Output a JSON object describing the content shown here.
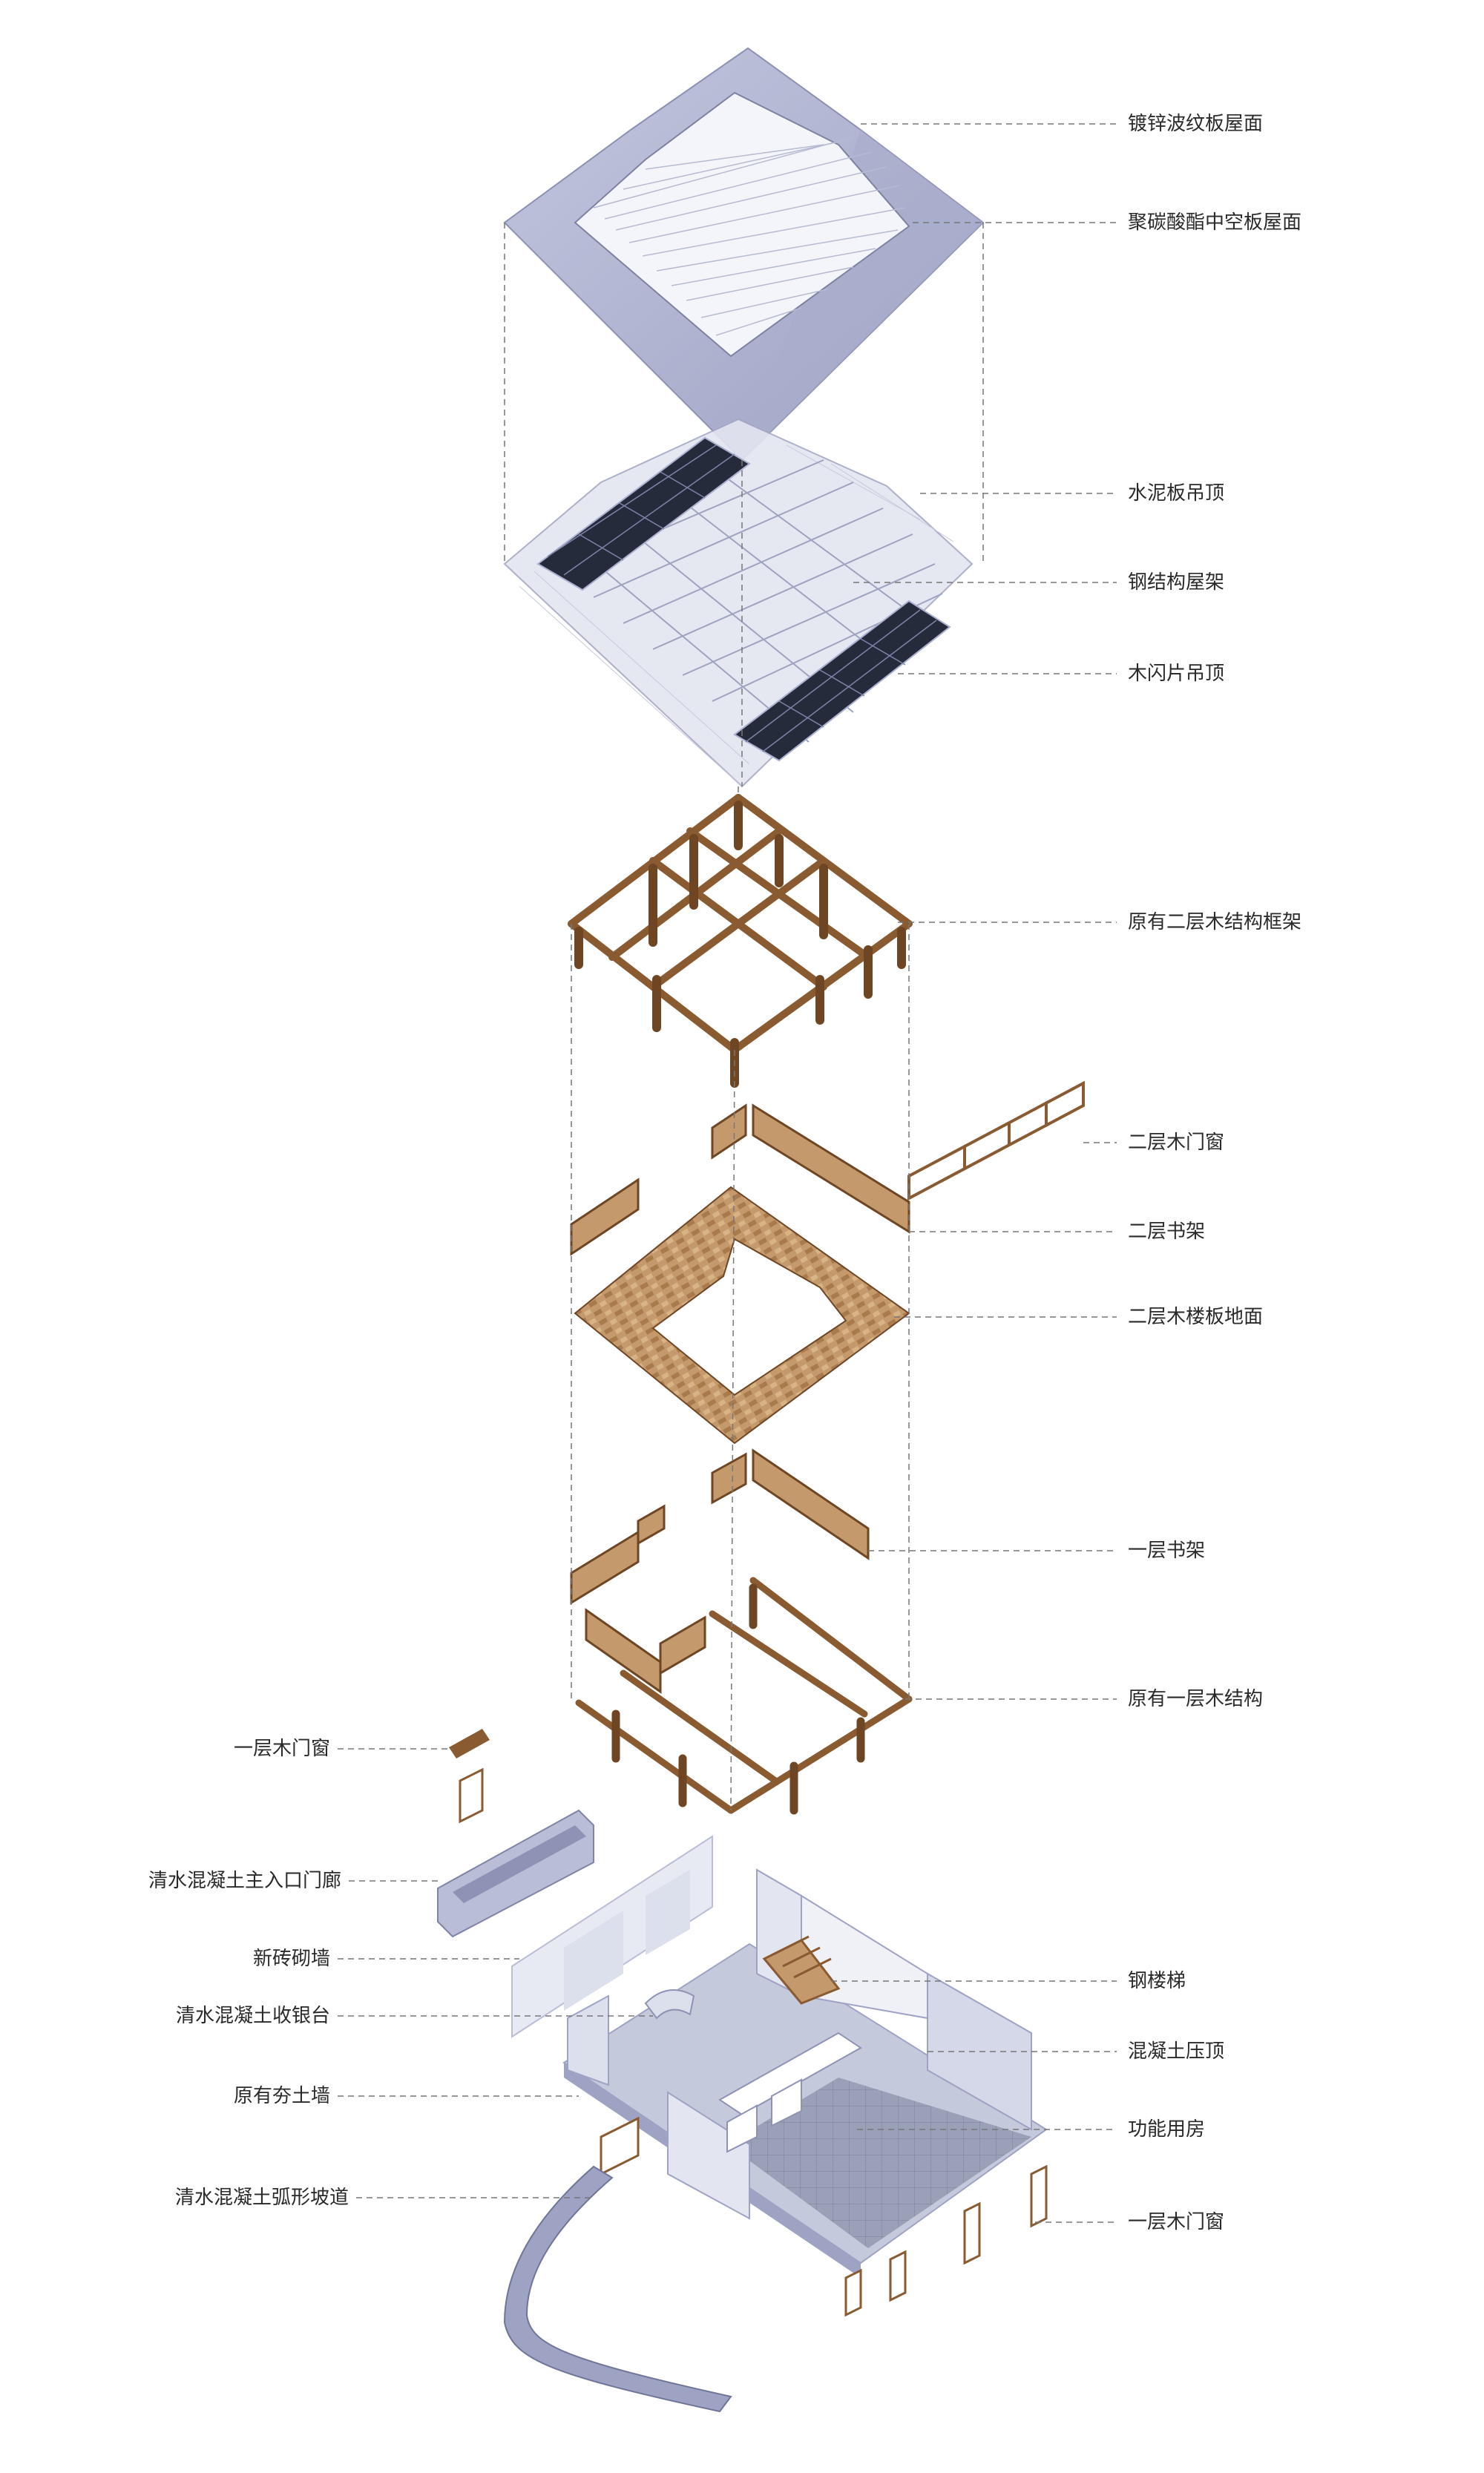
{
  "labels_right": [
    {
      "text": "镀锌波纹板屋面"
    },
    {
      "text": "聚碳酸酯中空板屋面"
    },
    {
      "text": "水泥板吊顶"
    },
    {
      "text": "钢结构屋架"
    },
    {
      "text": "木闪片吊顶"
    },
    {
      "text": "原有二层木结构框架"
    },
    {
      "text": "二层木门窗"
    },
    {
      "text": "二层书架"
    },
    {
      "text": "二层木楼板地面"
    },
    {
      "text": "一层书架"
    },
    {
      "text": "原有一层木结构"
    },
    {
      "text": "钢楼梯"
    },
    {
      "text": "混凝土压顶"
    },
    {
      "text": "功能用房"
    },
    {
      "text": "一层木门窗"
    }
  ],
  "labels_left": [
    {
      "text": "一层木门窗"
    },
    {
      "text": "清水混凝土主入口门廊"
    },
    {
      "text": "新砖砌墙"
    },
    {
      "text": "清水混凝土收银台"
    },
    {
      "text": "原有夯土墙"
    },
    {
      "text": "清水混凝土弧形坡道"
    }
  ],
  "colors": {
    "roof_metal": "#aeb2d0",
    "roof_panel": "#f2f3f8",
    "wood": "#8a5a30",
    "wood_floor": "#c49a6c",
    "concrete": "#c4c9dc",
    "dark_panel": "#262b3c",
    "leader": "#555555"
  }
}
